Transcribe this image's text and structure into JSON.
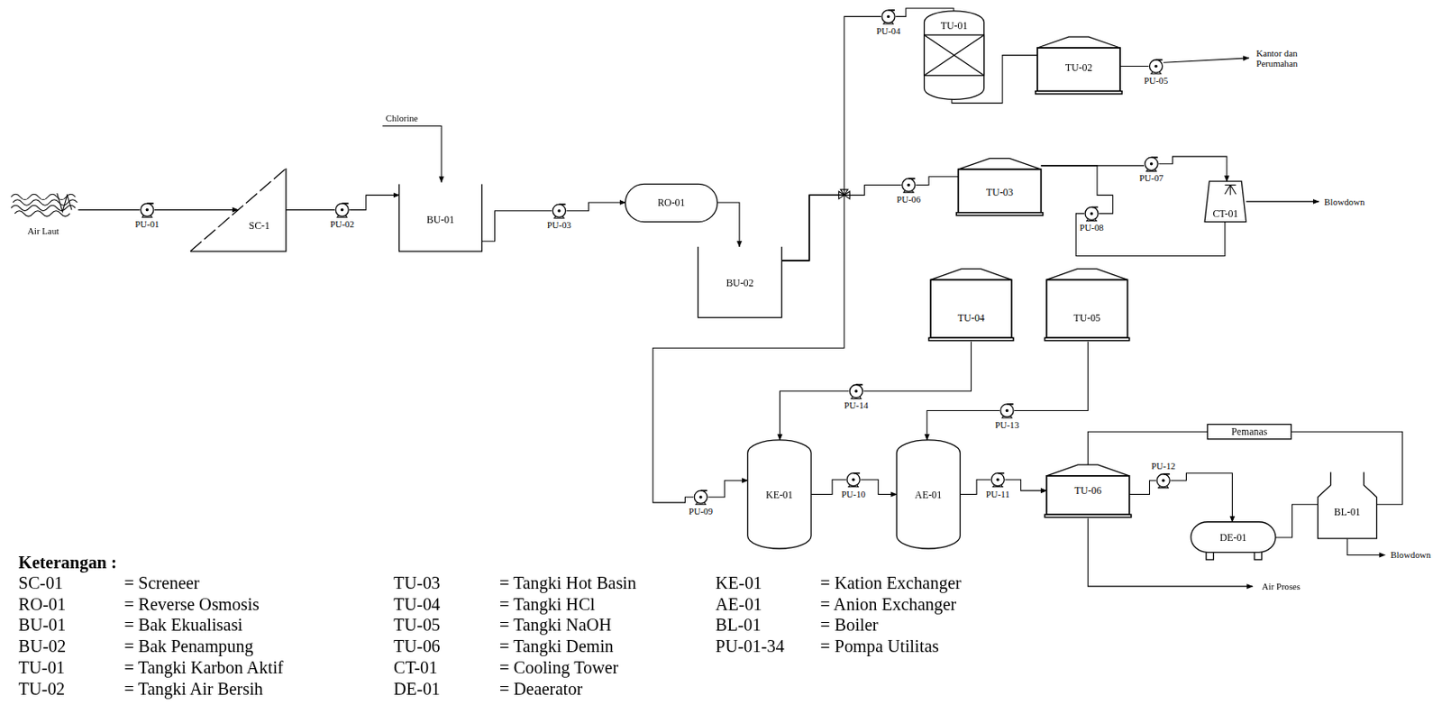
{
  "diagram": {
    "nodes": [
      {
        "text": [
          "PU-01"
        ]
      },
      {
        "text": [
          "SC-1"
        ]
      },
      {
        "text": [
          "PU-02"
        ]
      },
      {
        "text": [
          "BU-01"
        ]
      },
      {
        "text": [
          "PU-03"
        ]
      },
      {
        "text": [
          "RO-01"
        ]
      },
      {
        "text": [
          "BU-02"
        ]
      },
      {
        "text": [
          "PU-04"
        ]
      },
      {
        "text": [
          "TU-01"
        ]
      },
      {
        "text": [
          "TU-02"
        ]
      },
      {
        "text": [
          "PU-05"
        ]
      },
      {
        "text": [
          "PU-06"
        ]
      },
      {
        "text": [
          "TU-03"
        ]
      },
      {
        "text": [
          "PU-07"
        ]
      },
      {
        "text": [
          "CT-01"
        ]
      },
      {
        "text": [
          "PU-08"
        ]
      },
      {
        "text": [
          "TU-04"
        ]
      },
      {
        "text": [
          "TU-05"
        ]
      },
      {
        "text": [
          "PU-14"
        ]
      },
      {
        "text": [
          "PU-13"
        ]
      },
      {
        "text": [
          "PU-09"
        ]
      },
      {
        "text": [
          "KE-01"
        ]
      },
      {
        "text": [
          "PU-10"
        ]
      },
      {
        "text": [
          "AE-01"
        ]
      },
      {
        "text": [
          "PU-11"
        ]
      },
      {
        "text": [
          "TU-06"
        ]
      },
      {
        "text": [
          "Pemanas"
        ]
      },
      {
        "text": [
          "PU-12"
        ]
      },
      {
        "text": [
          "DE-01"
        ]
      },
      {
        "text": [
          "BL-01"
        ]
      }
    ],
    "edges": [
      {
        "from": 0,
        "to": 1,
        "arrow": "to"
      },
      {
        "from": 1,
        "to": 2,
        "arrow": "none"
      },
      {
        "from": 2,
        "to": 3,
        "arrow": "to"
      },
      {
        "from": 3,
        "to": 4,
        "arrow": "none"
      },
      {
        "from": 4,
        "to": 5,
        "arrow": "to"
      },
      {
        "from": 5,
        "to": 6,
        "arrow": "to"
      },
      {
        "from": 6,
        "to": 7,
        "arrow": "none"
      },
      {
        "from": 6,
        "to": 11,
        "arrow": "none"
      },
      {
        "from": 6,
        "to": 20,
        "arrow": "none"
      },
      {
        "from": 7,
        "to": 8,
        "arrow": "none"
      },
      {
        "from": 8,
        "to": 9,
        "arrow": "none"
      },
      {
        "from": 9,
        "to": 10,
        "arrow": "none"
      },
      {
        "from": 11,
        "to": 12,
        "arrow": "none"
      },
      {
        "from": 12,
        "to": 13,
        "arrow": "none"
      },
      {
        "from": 13,
        "to": 14,
        "arrow": "to"
      },
      {
        "from": 14,
        "to": 15,
        "arrow": "none"
      },
      {
        "from": 15,
        "to": 12,
        "arrow": "none"
      },
      {
        "from": 16,
        "to": 18,
        "arrow": "none"
      },
      {
        "from": 18,
        "to": 21,
        "arrow": "to"
      },
      {
        "from": 17,
        "to": 19,
        "arrow": "none"
      },
      {
        "from": 19,
        "to": 23,
        "arrow": "to"
      },
      {
        "from": 20,
        "to": 21,
        "arrow": "to"
      },
      {
        "from": 21,
        "to": 22,
        "arrow": "none"
      },
      {
        "from": 22,
        "to": 23,
        "arrow": "to"
      },
      {
        "from": 23,
        "to": 24,
        "arrow": "none"
      },
      {
        "from": 24,
        "to": 25,
        "arrow": "to"
      },
      {
        "from": 25,
        "to": 27,
        "arrow": "none"
      },
      {
        "from": 27,
        "to": 28,
        "arrow": "to"
      },
      {
        "from": 28,
        "to": 29,
        "arrow": "none"
      },
      {
        "from": 29,
        "to": 26,
        "arrow": "none"
      },
      {
        "from": 26,
        "to": 25,
        "arrow": "none"
      }
    ],
    "labels": [
      "Air Laut",
      "Chlorine",
      "Kantor dan Perumahan",
      "Blowdown",
      "Blowdown",
      "Air Proses",
      "Keterangan :",
      "SC-01",
      "= Screneer",
      "RO-01",
      "= Reverse Osmosis",
      "BU-01",
      "= Bak Ekualisasi",
      "BU-02",
      "= Bak Penampung",
      "TU-01",
      "= Tangki Karbon Aktif",
      "TU-02",
      "= Tangki Air Bersih",
      "TU-03",
      "= Tangki Hot Basin",
      "TU-04",
      "= Tangki HCl",
      "TU-05",
      "= Tangki NaOH",
      "TU-06",
      "= Tangki Demin",
      "CT-01",
      "= Cooling Tower",
      "DE-01",
      "= Deaerator",
      "KE-01",
      "= Kation Exchanger",
      "AE-01",
      "= Anion Exchanger",
      "BL-01",
      "= Boiler",
      "PU-01-34",
      "= Pompa Utilitas"
    ]
  }
}
